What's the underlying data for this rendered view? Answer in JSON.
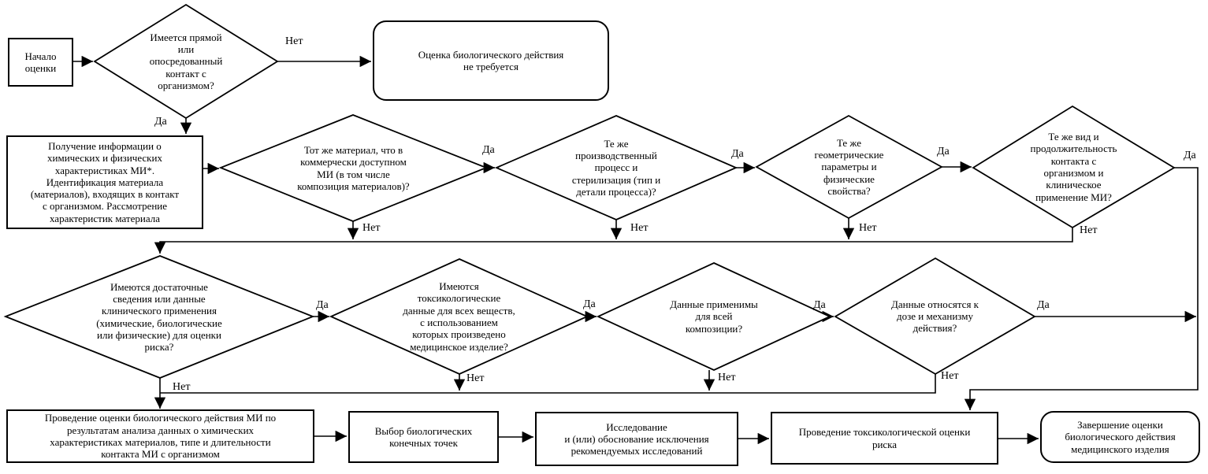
{
  "diagram": {
    "labels": {
      "yes": "Да",
      "no": "Нет"
    },
    "nodes": {
      "start": {
        "text": "Начало\nоценки"
      },
      "d_contact": {
        "text": "Имеется прямой\nили\nопосредованный\nконтакт с\nорганизмом?"
      },
      "r_not_required": {
        "text": "Оценка биологического действия\nне требуется"
      },
      "b_info": {
        "text": "Получение информации о\nхимических и физических\nхарактеристиках МИ*.\nИдентификация материала\n(материалов), входящих в контакт\nс организмом. Рассмотрение\nхарактеристик материала"
      },
      "d_material": {
        "text": "Тот же материал, что в\nкоммерчески доступном\nМИ (в том числе\nкомпозиция материалов)?"
      },
      "d_process": {
        "text": "Те же\nпроизводственный\nпроцесс и\nстерилизация (тип и\nдетали процесса)?"
      },
      "d_geometry": {
        "text": "Те же\nгеометрические\nпараметры и\nфизические\nсвойства?"
      },
      "d_contact_type": {
        "text": "Те же вид и\nпродолжительность\nконтакта с\nорганизмом и\nклиническое\nприменение МИ?"
      },
      "d_sufficient_data": {
        "text": "Имеются достаточные\nсведения или данные\nклинического применения\n(химические, биологические\nили физические) для оценки\nриска?"
      },
      "d_tox_data": {
        "text": "Имеются\nтоксикологические\nданные для всех веществ,\nс использованием\nкоторых произведено\nмедицинское изделие?"
      },
      "d_composition": {
        "text": "Данные применимы\nдля всей\nкомпозиции?"
      },
      "d_dose": {
        "text": "Данные относятся к\nдозе и механизму\nдействия?"
      },
      "b_assessment": {
        "text": "Проведение оценки биологического действия МИ по\nрезультатам анализа данных о химических\nхарактеристиках материалов, типе и длительности\nконтакта МИ с организмом"
      },
      "b_endpoints": {
        "text": "Выбор биологических\nконечных точек"
      },
      "b_research": {
        "text": "Исследование\nи (или) обоснование исключения\nрекомендуемых исследований"
      },
      "b_tox_risk": {
        "text": "Проведение токсикологической оценки\nриска"
      },
      "r_complete": {
        "text": "Завершение оценки\nбиологического действия\nмедицинского изделия"
      }
    }
  }
}
